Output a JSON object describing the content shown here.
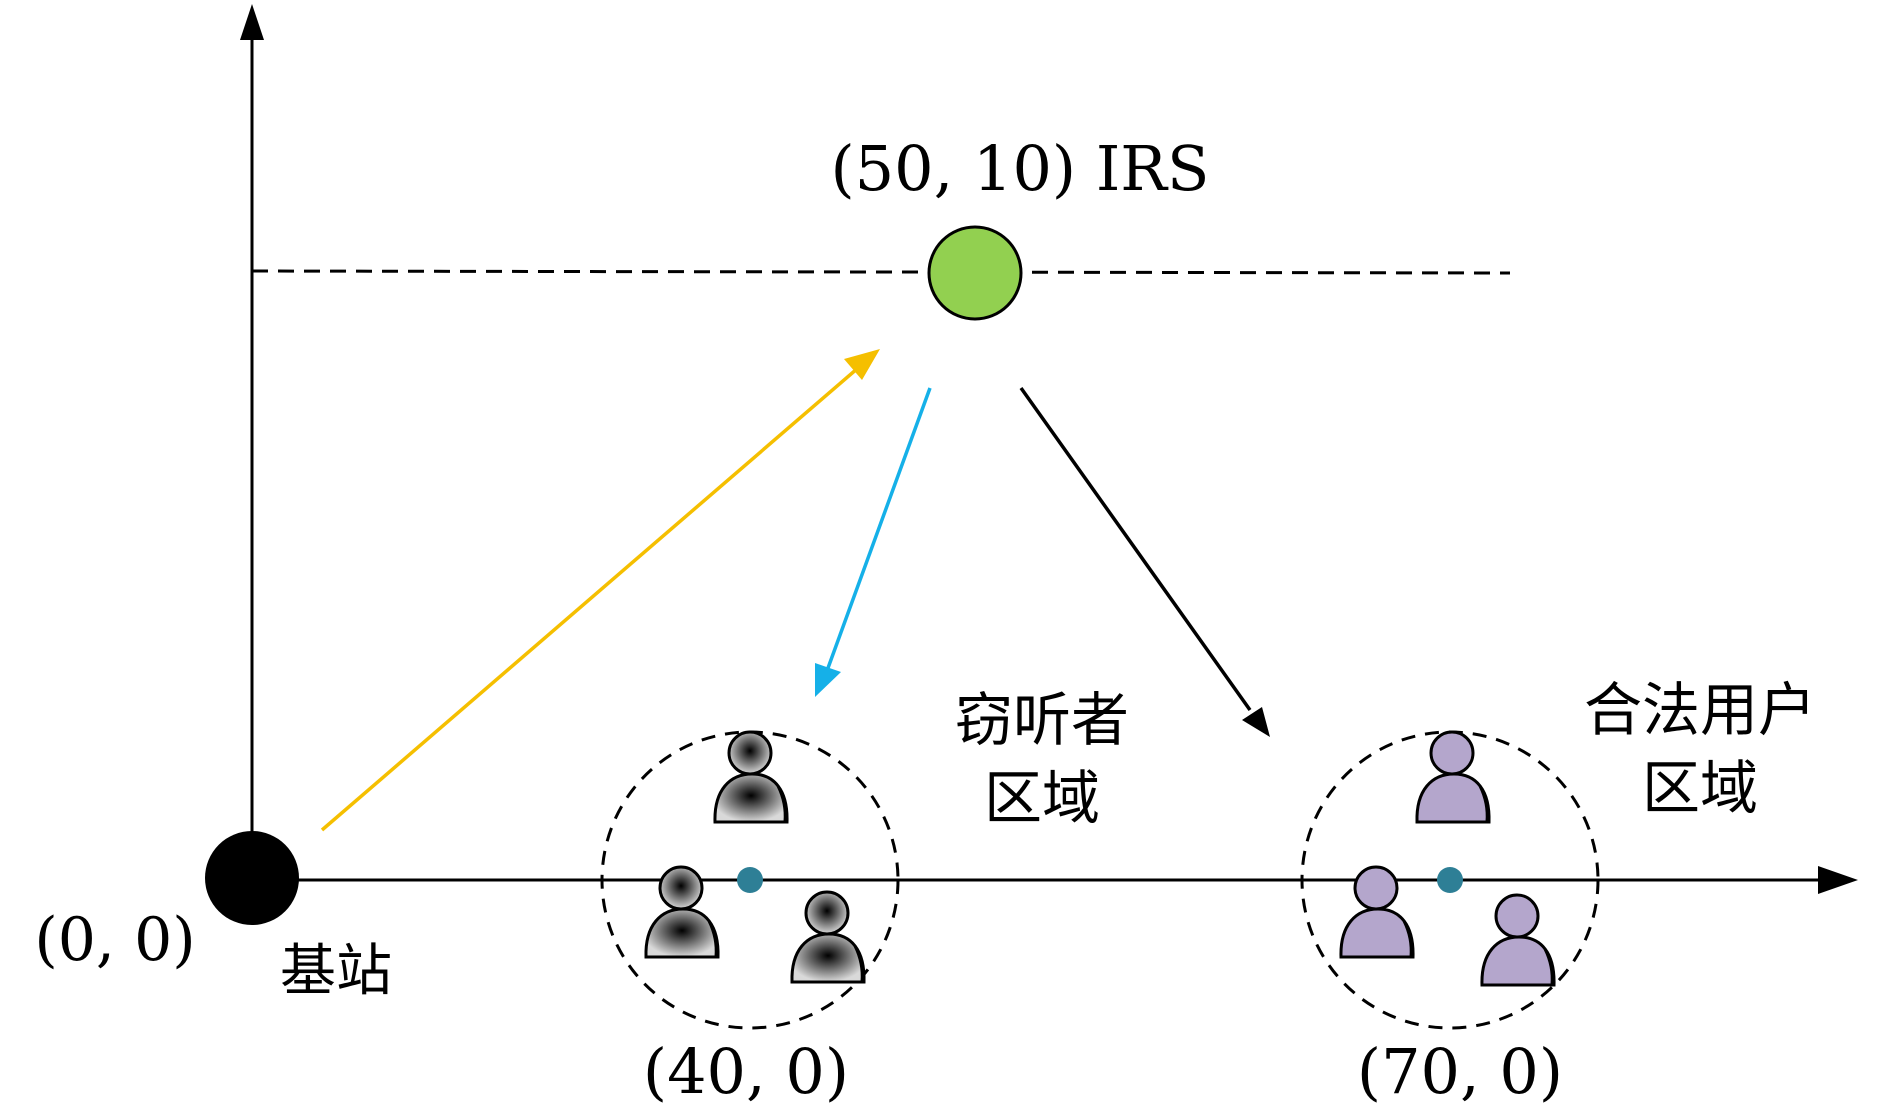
{
  "labels": {
    "origin": "(0, 0)",
    "base_station": "基站",
    "irs": "(50, 10) IRS",
    "eve_center": "(40, 0)",
    "user_center": "(70, 0)",
    "eve_region_line1": "窃听者",
    "eve_region_line2": "区域",
    "user_region_line1": "合法用户",
    "user_region_line2": "区域"
  },
  "colors": {
    "irs_fill": "#92d050",
    "bs_to_irs_arrow": "#f5bf00",
    "irs_to_eve_arrow": "#15b0e8",
    "irs_to_user_arrow": "#000000",
    "center_dot": "#2e7f96",
    "eavesdropper_fill": "#8c8c8c",
    "user_fill": "#b4a6cc"
  },
  "icons": {
    "base_station": "black-circle",
    "irs": "green-circle",
    "eavesdropper": "person-icon",
    "user": "person-icon"
  }
}
